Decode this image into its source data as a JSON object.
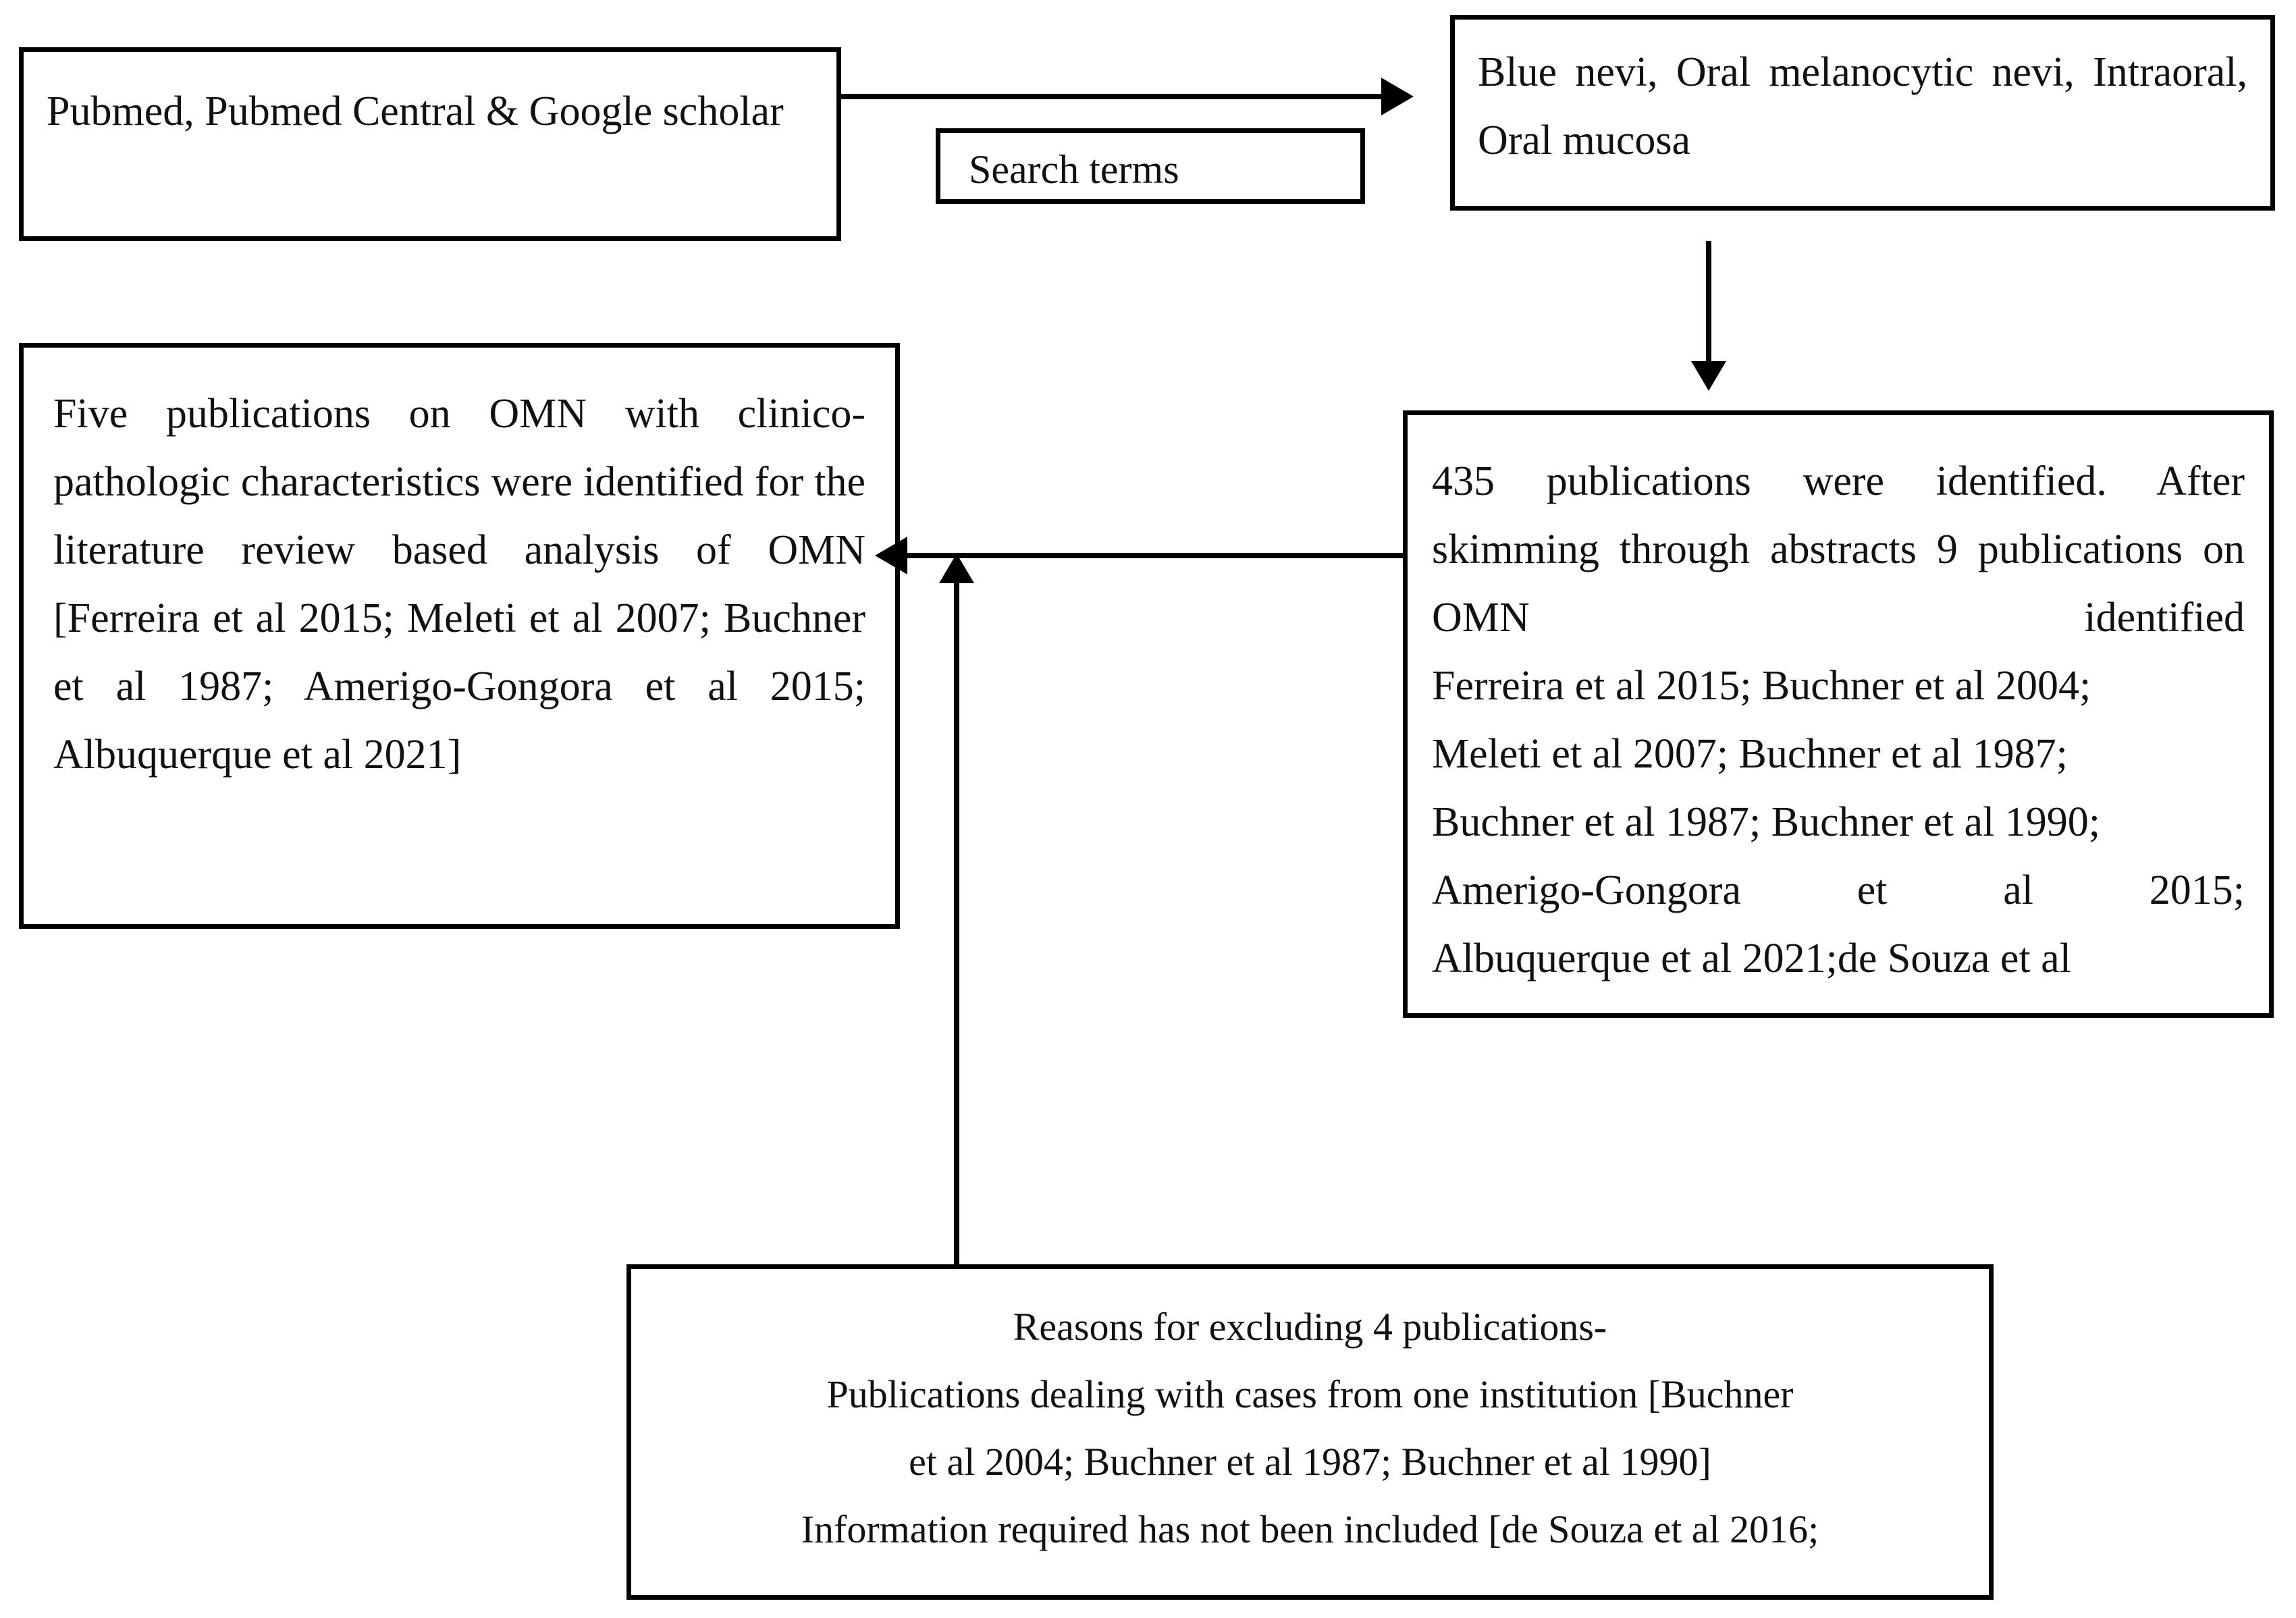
{
  "diagram": {
    "title": "Literature search flowchart for oral melanocytic nevi (OMN)",
    "boxes": {
      "sources": {
        "label": "databases-searched",
        "text": "Pubmed, Pubmed Central & Google scholar"
      },
      "search_terms": {
        "label": "search-terms-caption",
        "text": "Search terms"
      },
      "keywords": {
        "label": "search-keywords",
        "text": "Blue nevi, Oral melanocytic nevi, Intraoral, Oral mucosa"
      },
      "results": {
        "label": "records-identified",
        "lines": [
          "435 publications were identified. After skimming through abstracts 9 publications on OMN identified",
          "Ferreira et al 2015; Buchner et al 2004;",
          "Meleti et al 2007; Buchner et al 1987;",
          "Buchner et al 1987; Buchner et al 1990;",
          "Amerigo-Gongora et al 2015;",
          "Albuquerque et al 2021;de Souza et al"
        ],
        "count_identified": "435",
        "count_after_skimming": "9"
      },
      "included": {
        "label": "studies-included",
        "lines": [
          "Five publications on OMN with clinico-pathologic characteristics were identified for the literature review based analysis of OMN [Ferreira et al 2015; Meleti et al 2007; Buchner et al 1987; Amerigo-Gongora et al 2015;",
          "Albuquerque et al 2021]"
        ],
        "count_included": "Five"
      },
      "excluded": {
        "label": "records-excluded",
        "lines": [
          "Reasons for excluding 4 publications-",
          "Publications dealing with cases from one institution [Buchner",
          "et al 2004; Buchner et al 1987; Buchner et al 1990]",
          "Information required has not been included [de Souza et al 2016;"
        ],
        "count_excluded": "4"
      }
    },
    "arrows": [
      {
        "name": "sources-to-keywords",
        "direction": "right"
      },
      {
        "name": "keywords-to-results",
        "direction": "down"
      },
      {
        "name": "results-to-included",
        "direction": "left"
      },
      {
        "name": "excluded-to-results-flow",
        "direction": "up"
      }
    ],
    "colors": {
      "background": "#ffffff",
      "stroke": "#000000",
      "text": "#111111"
    }
  }
}
